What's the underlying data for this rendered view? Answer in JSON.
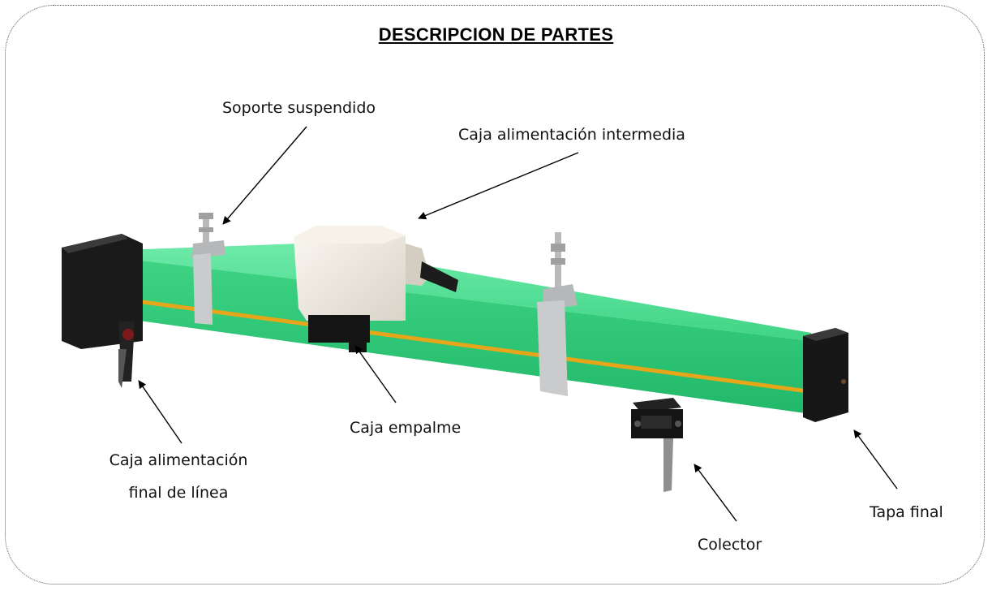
{
  "title": "DESCRIPCION DE PARTES",
  "labels": {
    "soporte": "Soporte suspendido",
    "caja_intermedia": "Caja alimentación intermedia",
    "caja_empalme": "Caja empalme",
    "caja_final_line1": "Caja alimentación",
    "caja_final_line2": "final de línea",
    "colector": "Colector",
    "tapa_final": "Tapa final"
  },
  "colors": {
    "rail_top": "#57e09a",
    "rail_front": "#2fc878",
    "stripe": "#e7a51a",
    "black_parts": "#141414",
    "junction_box": "#ece7de",
    "clamp": "#c9cbcc"
  }
}
